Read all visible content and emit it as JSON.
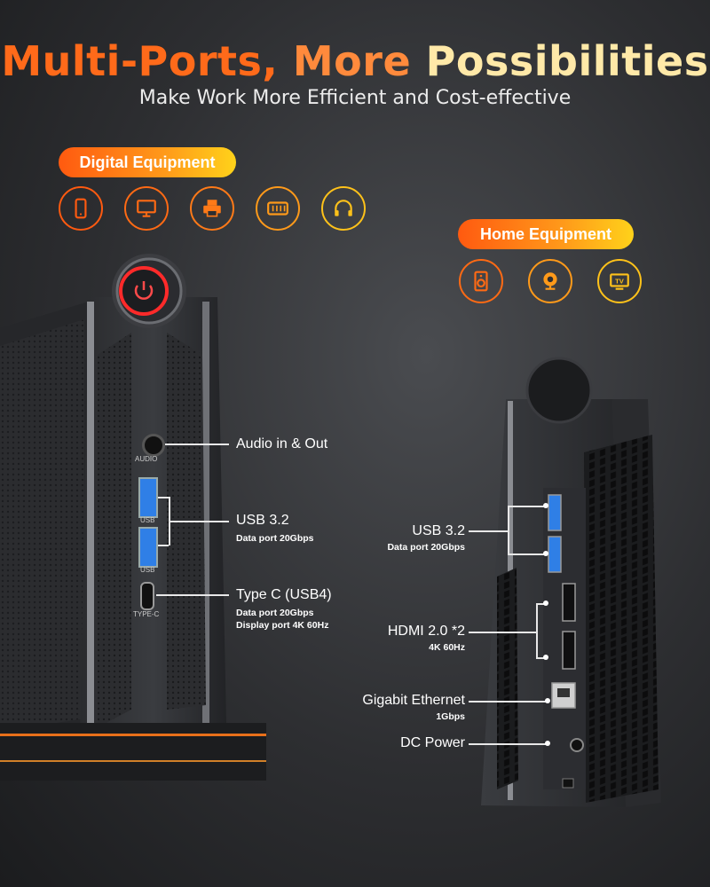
{
  "title": {
    "part1": "Multi-Ports, ",
    "part2": "More ",
    "part3": "Possibilities"
  },
  "subtitle": "Make Work More Efficient and Cost-effective",
  "digital": {
    "label": "Digital Equipment",
    "icons": [
      "phone-icon",
      "monitor-icon",
      "printer-icon",
      "console-icon",
      "headphones-icon"
    ]
  },
  "home": {
    "label": "Home Equipment",
    "icons": [
      "speaker-icon",
      "webcam-icon",
      "tv-icon"
    ],
    "tv_text": "TV"
  },
  "front_ports": {
    "audio": {
      "label": "Audio in & Out",
      "port_text": "AUDIO"
    },
    "usb": {
      "label": "USB 3.2",
      "sub": "Data port 20Gbps",
      "port_text": "USB"
    },
    "typec": {
      "label": "Type C (USB4)",
      "sub1": "Data port 20Gbps",
      "sub2": "Display port 4K 60Hz",
      "port_text": "TYPE-C"
    }
  },
  "rear_ports": {
    "usb": {
      "label": "USB 3.2",
      "sub": "Data port 20Gbps"
    },
    "hdmi": {
      "label": "HDMI 2.0 *2",
      "sub": "4K 60Hz"
    },
    "ethernet": {
      "label": "Gigabit Ethernet",
      "sub": "1Gbps"
    },
    "dc": {
      "label": "DC Power"
    }
  },
  "colors": {
    "accent": "#ff6a1a",
    "ring": "#ff2a2a",
    "usb_blue": "#2f7fe6"
  }
}
